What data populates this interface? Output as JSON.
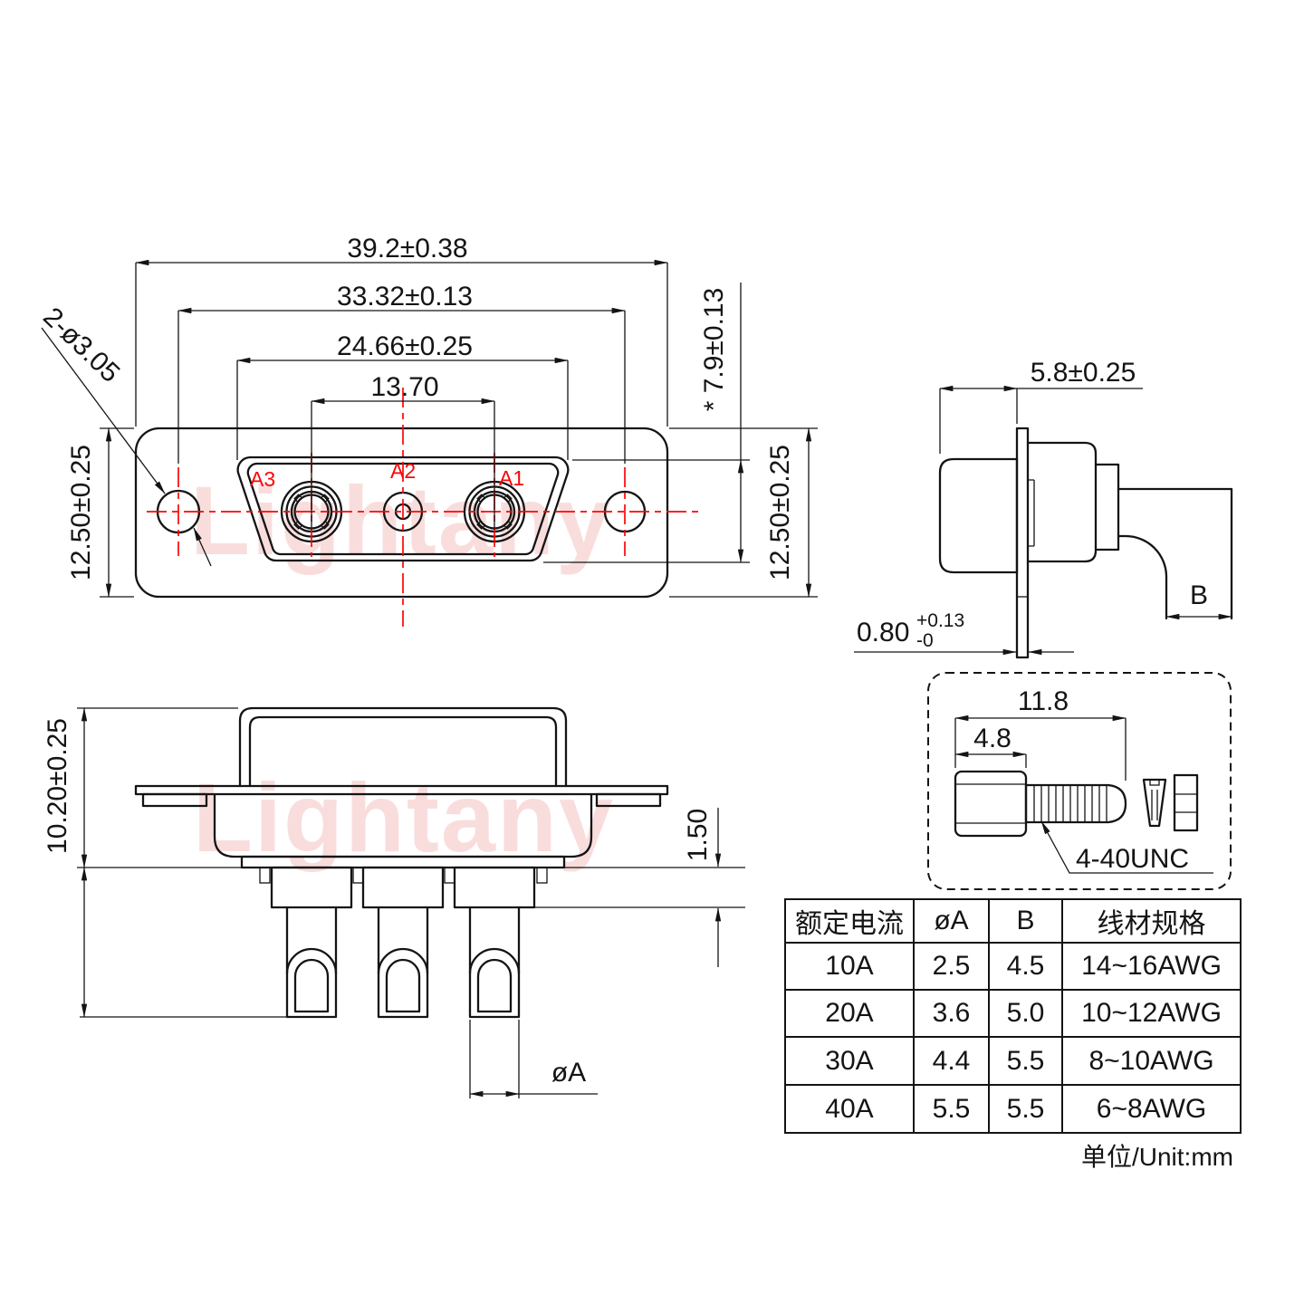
{
  "watermark": {
    "text": "Lightany",
    "color": "#f5c2c2"
  },
  "colors": {
    "line": "#141414",
    "accent_red": "#fb0505"
  },
  "front_view": {
    "contacts": {
      "a1": "A1",
      "a2": "A2",
      "a3": "A3"
    },
    "dims": {
      "outer_width": "39.2±0.38",
      "hole_span": "33.32±0.13",
      "insert_width": "24.66±0.25",
      "contact_span": "13.70",
      "height_left": "12.50±0.25",
      "height_right": "12.50±0.25",
      "insert_height": "* 7.9±0.13",
      "mount_holes": "2-ø3.05"
    }
  },
  "side_view": {
    "dims": {
      "mating_depth": "5.8±0.25",
      "flange_thickness": "0.80",
      "flange_tol_upper": "+0.13",
      "flange_tol_lower": "-0",
      "wire_width": "B"
    }
  },
  "rear_view": {
    "dims": {
      "shell_depth": "10.20±0.25",
      "shoulder_height": "1.50",
      "pin_diameter": "øA"
    }
  },
  "screw_detail": {
    "dims": {
      "total_length": "11.8",
      "head_length": "4.8"
    },
    "thread_label": "4-40UNC"
  },
  "spec_table": {
    "headers": [
      "额定电流",
      "øA",
      "B",
      "线材规格"
    ],
    "rows": [
      [
        "10A",
        "2.5",
        "4.5",
        "14~16AWG"
      ],
      [
        "20A",
        "3.6",
        "5.0",
        "10~12AWG"
      ],
      [
        "30A",
        "4.4",
        "5.5",
        "8~10AWG"
      ],
      [
        "40A",
        "5.5",
        "5.5",
        "6~8AWG"
      ]
    ]
  },
  "unit_note": "单位/Unit:mm"
}
